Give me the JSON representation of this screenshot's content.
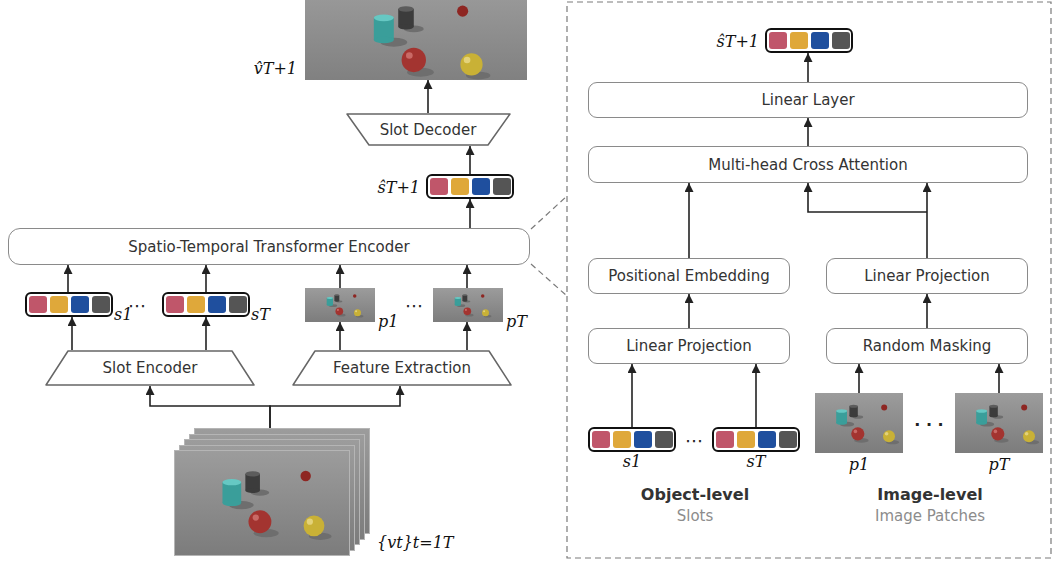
{
  "diagram": {
    "nodes": [
      {
        "text": [
          "v̂T+1"
        ]
      },
      {
        "text": [
          "Slot Decoder"
        ]
      },
      {
        "text": [
          "ŝT+1"
        ]
      },
      {
        "text": [
          "Spatio-Temporal Transformer Encoder"
        ]
      },
      {
        "text": [
          "s1"
        ]
      },
      {
        "text": [
          "sT"
        ]
      },
      {
        "text": [
          "p1"
        ]
      },
      {
        "text": [
          "pT"
        ]
      },
      {
        "text": [
          "Slot Encoder"
        ]
      },
      {
        "text": [
          "Feature Extraction"
        ]
      },
      {
        "text": [
          "{vt}t=1T"
        ]
      },
      {
        "text": [
          "ŝT+1"
        ]
      },
      {
        "text": [
          "Linear Layer"
        ]
      },
      {
        "text": [
          "Multi-head Cross Attention"
        ]
      },
      {
        "text": [
          "Positional Embedding"
        ]
      },
      {
        "text": [
          "Linear Projection"
        ]
      },
      {
        "text": [
          "Linear Projection"
        ]
      },
      {
        "text": [
          "Random Masking"
        ]
      },
      {
        "text": [
          "s1"
        ]
      },
      {
        "text": [
          "sT"
        ]
      },
      {
        "text": [
          "p1"
        ]
      },
      {
        "text": [
          "pT"
        ]
      }
    ],
    "edges": [
      {
        "from": 10,
        "to": 8,
        "arrow": "to"
      },
      {
        "from": 10,
        "to": 9,
        "arrow": "to"
      },
      {
        "from": 8,
        "to": 4,
        "arrow": "to"
      },
      {
        "from": 8,
        "to": 5,
        "arrow": "to"
      },
      {
        "from": 9,
        "to": 6,
        "arrow": "to"
      },
      {
        "from": 9,
        "to": 7,
        "arrow": "to"
      },
      {
        "from": 4,
        "to": 3,
        "arrow": "to"
      },
      {
        "from": 5,
        "to": 3,
        "arrow": "to"
      },
      {
        "from": 6,
        "to": 3,
        "arrow": "to"
      },
      {
        "from": 7,
        "to": 3,
        "arrow": "to"
      },
      {
        "from": 3,
        "to": 2,
        "arrow": "to"
      },
      {
        "from": 2,
        "to": 1,
        "arrow": "to"
      },
      {
        "from": 1,
        "to": 0,
        "arrow": "to"
      },
      {
        "from": 18,
        "to": 15,
        "arrow": "to"
      },
      {
        "from": 19,
        "to": 15,
        "arrow": "to"
      },
      {
        "from": 15,
        "to": 14,
        "arrow": "to"
      },
      {
        "from": 14,
        "to": 13,
        "arrow": "to"
      },
      {
        "from": 20,
        "to": 17,
        "arrow": "to"
      },
      {
        "from": 21,
        "to": 17,
        "arrow": "to"
      },
      {
        "from": 17,
        "to": 16,
        "arrow": "to"
      },
      {
        "from": 16,
        "to": 13,
        "arrow": "to"
      },
      {
        "from": 13,
        "to": 12,
        "arrow": "to"
      },
      {
        "from": 12,
        "to": 11,
        "arrow": "to"
      }
    ],
    "labels": [
      "⋯",
      "⋯",
      "⋯",
      "· · ·",
      "Object-level",
      "Slots",
      "Image-level",
      "Image Patches"
    ]
  }
}
